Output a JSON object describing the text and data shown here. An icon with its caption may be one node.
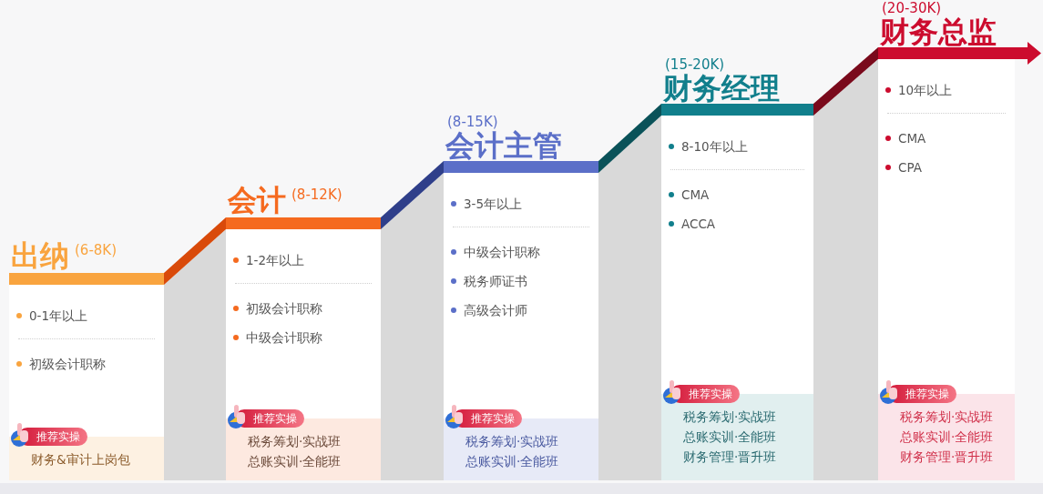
{
  "diagram": {
    "nodes": [
      {
        "text": [
          "出纳",
          "(6-8K)",
          "0-1年以上",
          "初级会计职称"
        ]
      },
      {
        "text": [
          "推荐实操",
          "财务&审计上岗包"
        ],
        "in": 0
      },
      {
        "text": [
          "会计",
          "(8-12K)",
          "1-2年以上",
          "初级会计职称",
          "中级会计职称"
        ]
      },
      {
        "text": [
          "推荐实操",
          "税务筹划·实战班",
          "总账实训·全能班"
        ],
        "in": 2
      },
      {
        "text": [
          "(8-15K)",
          "会计主管",
          "3-5年以上",
          "中级会计职称",
          "税务师证书",
          "高级会计师"
        ]
      },
      {
        "text": [
          "推荐实操",
          "税务筹划·实战班",
          "总账实训·全能班"
        ],
        "in": 4
      },
      {
        "text": [
          "(15-20K)",
          "财务经理",
          "8-10年以上",
          "CMA",
          "ACCA"
        ]
      },
      {
        "text": [
          "推荐实操",
          "税务筹划·实战班",
          "总账实训·全能班",
          "财务管理·晋升班"
        ],
        "in": 6
      },
      {
        "text": [
          "(20-30K)",
          "财务总监",
          "10年以上",
          "CMA",
          "CPA"
        ]
      },
      {
        "text": [
          "推荐实操",
          "税务筹划·实战班",
          "总账实训·全能班",
          "财务管理·晋升班"
        ],
        "in": 8
      }
    ],
    "edges": [
      {
        "from": 0,
        "to": 2,
        "arrow": "none",
        "color": "#d94a0a"
      },
      {
        "from": 2,
        "to": 4,
        "arrow": "none",
        "color": "#2f3f8a"
      },
      {
        "from": 4,
        "to": 6,
        "arrow": "none",
        "color": "#0a5259"
      },
      {
        "from": 6,
        "to": 8,
        "arrow": "none",
        "color": "#7a0a1c"
      },
      {
        "from": 8,
        "to": null,
        "arrow": "to",
        "color": "#cc0c2e"
      }
    ]
  }
}
